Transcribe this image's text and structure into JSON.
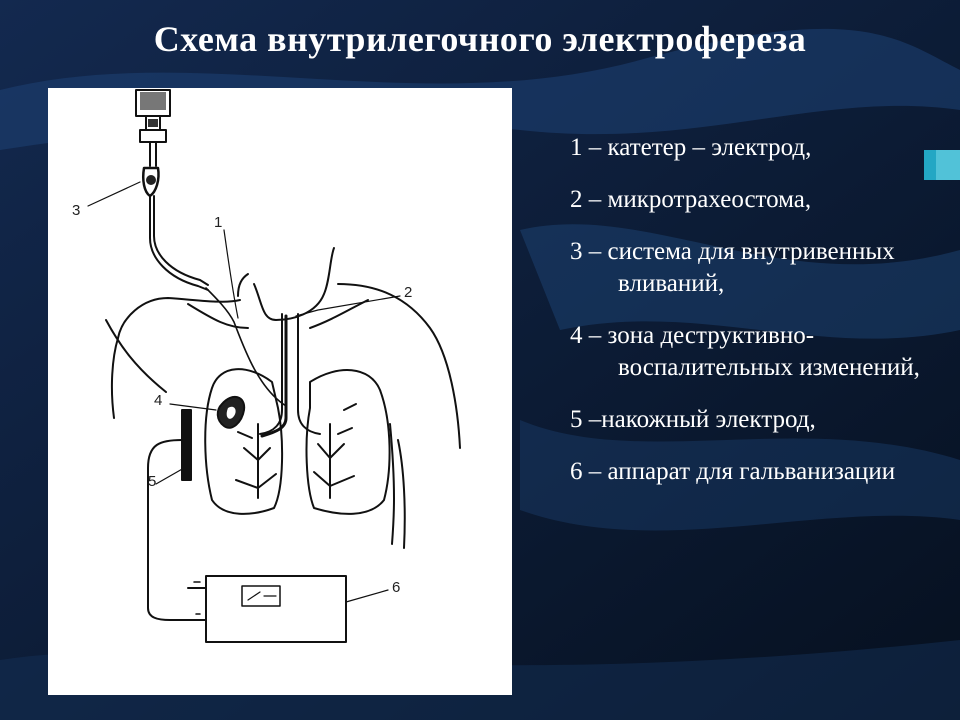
{
  "title": "Схема внутрилегочного электрофереза",
  "colors": {
    "background": "#0b1730",
    "accent": "#23a7c4",
    "text": "#ffffff"
  },
  "figure_labels": [
    "1",
    "2",
    "3",
    "4",
    "5",
    "6"
  ],
  "legend": [
    "1 – катетер – электрод,",
    "2 – микротрахеостома,",
    "3 – система для внутривенных вливаний,",
    "4 – зона деструктивно-воспалительных изменений,",
    "5 –накожный электрод,",
    "6 – аппарат для гальванизации"
  ]
}
